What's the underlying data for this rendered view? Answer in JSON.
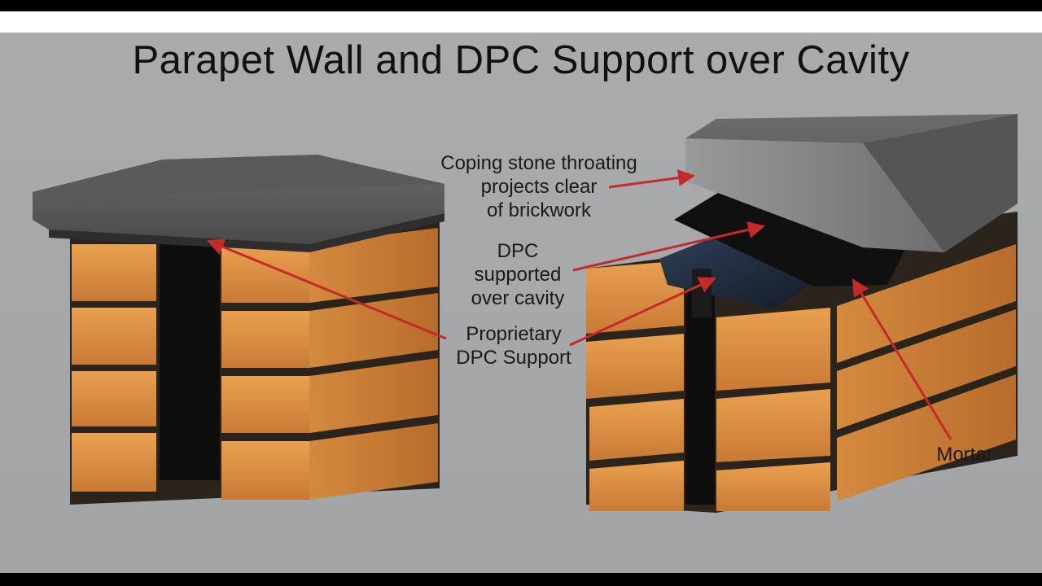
{
  "title": "Parapet Wall and DPC Support over Cavity",
  "labels": {
    "coping": [
      "Coping stone throating",
      "projects clear",
      "of brickwork"
    ],
    "dpc": [
      "DPC",
      "supported",
      "over cavity"
    ],
    "support": [
      "Proprietary",
      "DPC Support"
    ],
    "mortar": "Mortar"
  },
  "colors": {
    "background": "#a6a8aa",
    "brick": "#d98a3e",
    "mortar_joint": "#2a241c",
    "coping": "#5d5d5d",
    "coping_light": "#8e8e8e",
    "dpc": "#1c2633",
    "leader_line": "#c42a2a"
  }
}
